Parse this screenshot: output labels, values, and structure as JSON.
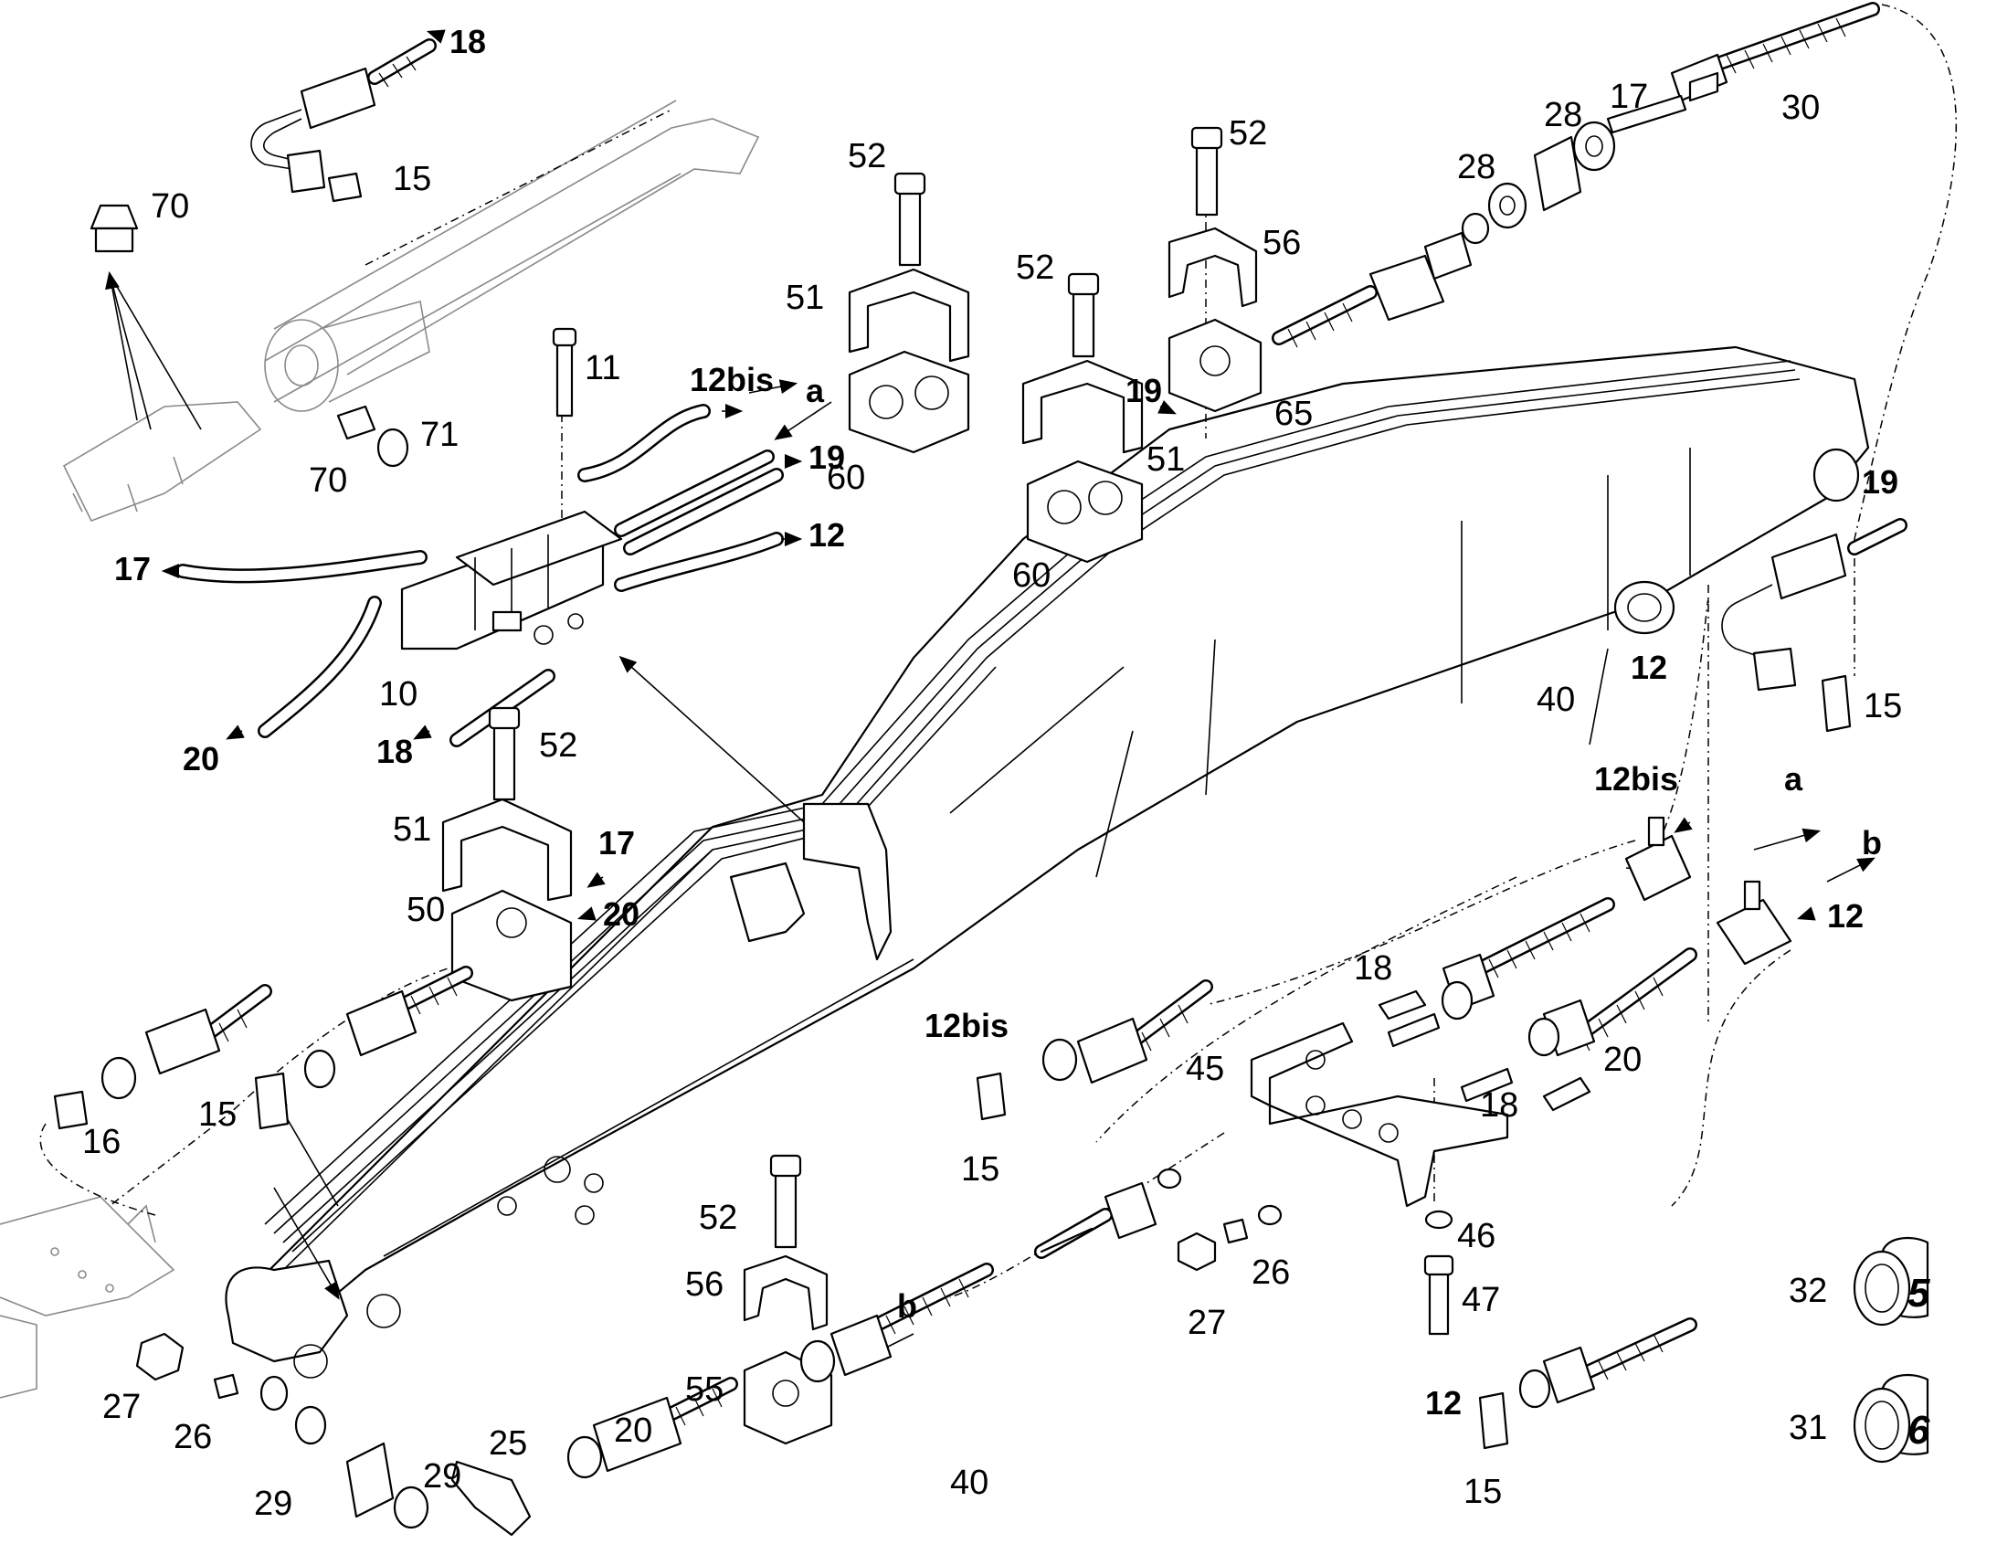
{
  "labels": {
    "l70a": "70",
    "l18a": "18",
    "l15a": "15",
    "l11": "11",
    "l12bis_a": "12bis",
    "la1": "a",
    "l52a": "52",
    "l51a": "51",
    "l60a": "60",
    "l52b": "52",
    "l52c": "52",
    "l56a": "56",
    "l51b": "51",
    "l19a": "19",
    "l60b": "60",
    "l65": "65",
    "l28a": "28",
    "l17a": "17",
    "l30": "30",
    "l28b": "28",
    "l71": "71",
    "l70b": "70",
    "l19b": "19",
    "l12a": "12",
    "l17b": "17",
    "l10": "10",
    "l20a": "20",
    "l18b": "18",
    "l52d": "52",
    "l51c": "51",
    "l17c": "17",
    "l50": "50",
    "l20b": "20",
    "l19c": "19",
    "l12b": "12",
    "l40a": "40",
    "l15b": "15",
    "l12bis_b": "12bis",
    "la2": "a",
    "lb1": "b",
    "l12c": "12",
    "l12bis_c": "12bis",
    "l15c": "15",
    "l18c": "18",
    "l45": "45",
    "l20c": "20",
    "l18d": "18",
    "l16": "16",
    "l15d": "15",
    "l46": "46",
    "l26a": "26",
    "l27a": "27",
    "l47": "47",
    "l52e": "52",
    "l56b": "56",
    "lb2": "b",
    "l55": "55",
    "l32": "32",
    "l31": "31",
    "l27b": "27",
    "l26b": "26",
    "l29a": "29",
    "l29b": "29",
    "l25": "25",
    "l20d": "20",
    "l40b": "40",
    "l12d": "12",
    "l15e": "15"
  },
  "cap_numbers": {
    "cap32": "5",
    "cap31": "6"
  }
}
